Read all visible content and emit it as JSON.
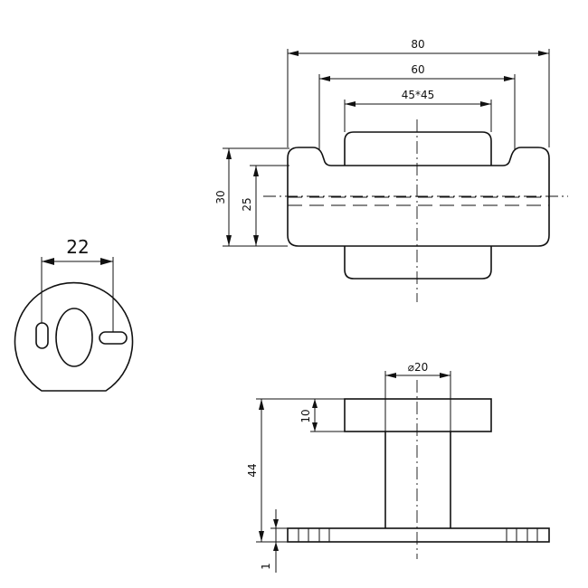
{
  "drawing": {
    "top_view": {
      "dim_overall": "80",
      "dim_60": "60",
      "dim_square": "45*45",
      "dim_height_30": "30",
      "dim_height_25": "25"
    },
    "round_base": {
      "dim_slot_spacing": "22"
    },
    "side_view": {
      "dim_diameter": "⌀20",
      "dim_cap_height": "10",
      "dim_total_height": "44",
      "dim_base_thickness": "1"
    }
  }
}
